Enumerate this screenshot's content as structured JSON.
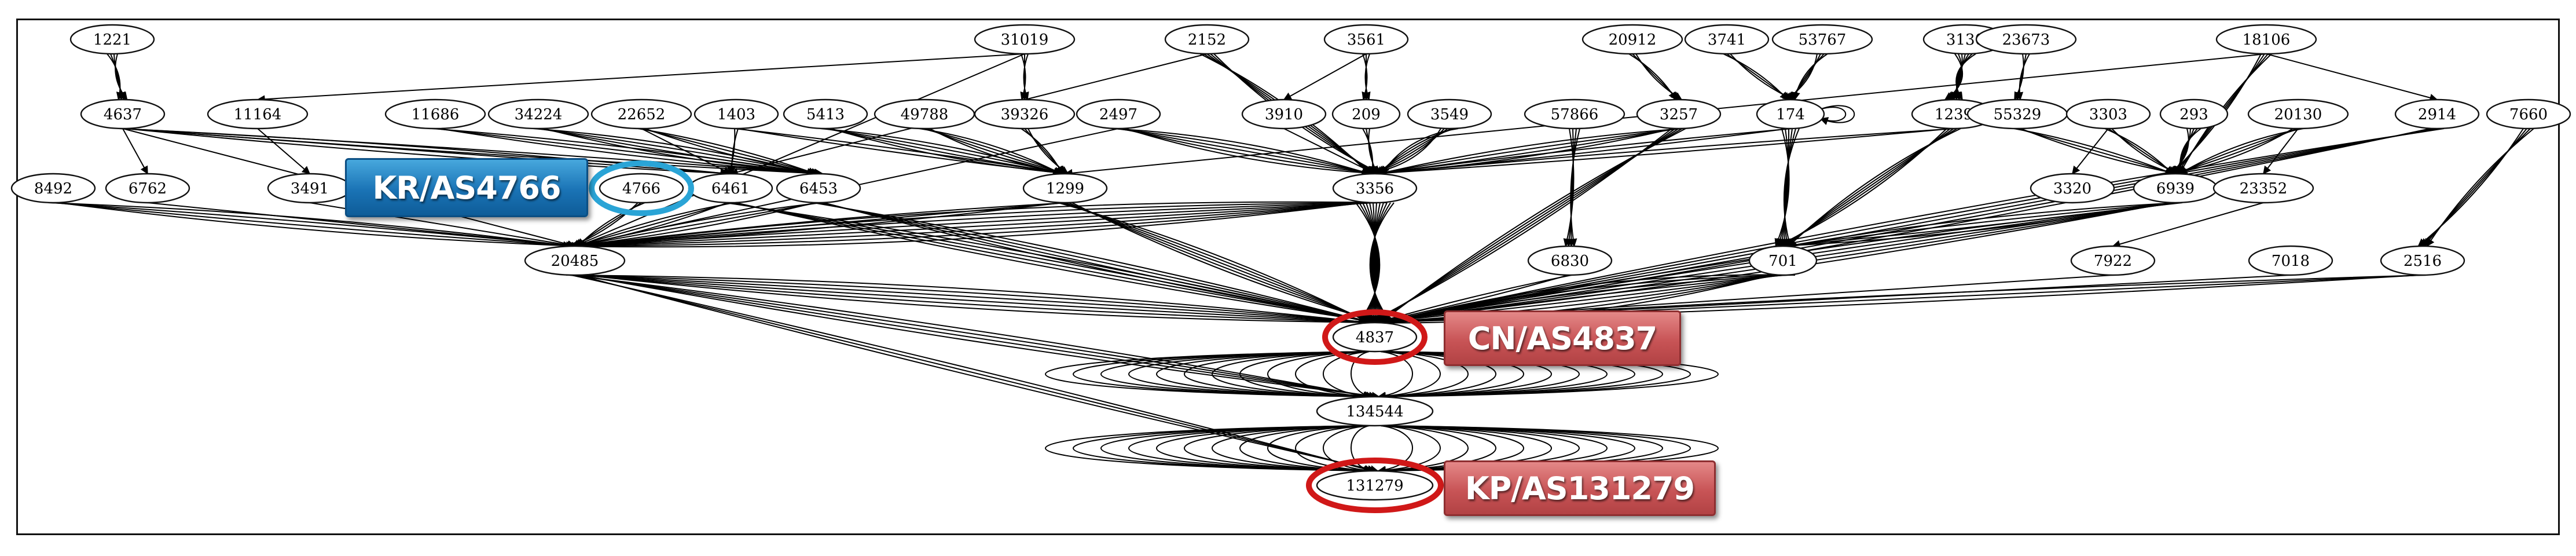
{
  "badges": {
    "kr": "KR/AS4766",
    "cn": "CN/AS4837",
    "kp": "KP/AS131279"
  },
  "colors": {
    "kr_ring": "#2aa4d6",
    "cn_ring": "#d01818",
    "kp_ring": "#d01818",
    "edge": "#000000"
  },
  "nodes": [
    {
      "id": "n1221",
      "label": "1221"
    },
    {
      "id": "n31019",
      "label": "31019"
    },
    {
      "id": "n2152",
      "label": "2152"
    },
    {
      "id": "n3561",
      "label": "3561"
    },
    {
      "id": "n20912",
      "label": "20912"
    },
    {
      "id": "n3741",
      "label": "3741"
    },
    {
      "id": "n53767",
      "label": "53767"
    },
    {
      "id": "n3130",
      "label": "3130"
    },
    {
      "id": "n23673",
      "label": "23673"
    },
    {
      "id": "n18106",
      "label": "18106"
    },
    {
      "id": "n4637",
      "label": "4637"
    },
    {
      "id": "n11164",
      "label": "11164"
    },
    {
      "id": "n11686",
      "label": "11686"
    },
    {
      "id": "n34224",
      "label": "34224"
    },
    {
      "id": "n22652",
      "label": "22652"
    },
    {
      "id": "n1403",
      "label": "1403"
    },
    {
      "id": "n5413",
      "label": "5413"
    },
    {
      "id": "n49788",
      "label": "49788"
    },
    {
      "id": "n39326",
      "label": "39326"
    },
    {
      "id": "n2497",
      "label": "2497"
    },
    {
      "id": "n3910",
      "label": "3910"
    },
    {
      "id": "n209",
      "label": "209"
    },
    {
      "id": "n3549",
      "label": "3549"
    },
    {
      "id": "n57866",
      "label": "57866"
    },
    {
      "id": "n3257",
      "label": "3257"
    },
    {
      "id": "n174",
      "label": "174"
    },
    {
      "id": "n1239",
      "label": "1239"
    },
    {
      "id": "n55329",
      "label": "55329"
    },
    {
      "id": "n3303",
      "label": "3303"
    },
    {
      "id": "n293",
      "label": "293"
    },
    {
      "id": "n20130",
      "label": "20130"
    },
    {
      "id": "n2914",
      "label": "2914"
    },
    {
      "id": "n7660",
      "label": "7660"
    },
    {
      "id": "n8492",
      "label": "8492"
    },
    {
      "id": "n6762",
      "label": "6762"
    },
    {
      "id": "n3491",
      "label": "3491"
    },
    {
      "id": "n4766",
      "label": "4766"
    },
    {
      "id": "n6461",
      "label": "6461"
    },
    {
      "id": "n6453",
      "label": "6453"
    },
    {
      "id": "n1299",
      "label": "1299"
    },
    {
      "id": "n3356",
      "label": "3356"
    },
    {
      "id": "n3320",
      "label": "3320"
    },
    {
      "id": "n6939",
      "label": "6939"
    },
    {
      "id": "n23352",
      "label": "23352"
    },
    {
      "id": "n20485",
      "label": "20485"
    },
    {
      "id": "n6830",
      "label": "6830"
    },
    {
      "id": "n701",
      "label": "701"
    },
    {
      "id": "n7922",
      "label": "7922"
    },
    {
      "id": "n7018",
      "label": "7018"
    },
    {
      "id": "n2516",
      "label": "2516"
    },
    {
      "id": "n4837",
      "label": "4837"
    },
    {
      "id": "n134544",
      "label": "134544"
    },
    {
      "id": "n131279",
      "label": "131279"
    }
  ],
  "edges": [
    [
      "n1221",
      "n4637",
      4
    ],
    [
      "n4637",
      "n6762",
      1
    ],
    [
      "n4637",
      "n20485",
      1
    ],
    [
      "n4637",
      "n6461",
      3
    ],
    [
      "n4637",
      "n6453",
      2
    ],
    [
      "n31019",
      "n39326",
      3
    ],
    [
      "n31019",
      "n11164",
      1
    ],
    [
      "n31019",
      "n20485",
      1
    ],
    [
      "n2152",
      "n3356",
      5
    ],
    [
      "n2152",
      "n6461",
      1
    ],
    [
      "n3561",
      "n3910",
      1
    ],
    [
      "n3561",
      "n209",
      3
    ],
    [
      "n20912",
      "n3257",
      3
    ],
    [
      "n3741",
      "n174",
      3
    ],
    [
      "n53767",
      "n174",
      4
    ],
    [
      "n3130",
      "n1239",
      7
    ],
    [
      "n23673",
      "n55329",
      3
    ],
    [
      "n18106",
      "n6939",
      4
    ],
    [
      "n18106",
      "n2914",
      1
    ],
    [
      "n18106",
      "n1299",
      1
    ],
    [
      "n11164",
      "n3491",
      1
    ],
    [
      "n11686",
      "n6453",
      3
    ],
    [
      "n34224",
      "n6453",
      4
    ],
    [
      "n22652",
      "n6453",
      3
    ],
    [
      "n22652",
      "n6461",
      1
    ],
    [
      "n1403",
      "n6461",
      2
    ],
    [
      "n1403",
      "n1299",
      2
    ],
    [
      "n5413",
      "n1299",
      4
    ],
    [
      "n49788",
      "n1299",
      4
    ],
    [
      "n39326",
      "n1299",
      3
    ],
    [
      "n2497",
      "n3356",
      5
    ],
    [
      "n2497",
      "n20485",
      1
    ],
    [
      "n3910",
      "n3356",
      1
    ],
    [
      "n209",
      "n3356",
      3
    ],
    [
      "n3549",
      "n3356",
      6
    ],
    [
      "n57866",
      "n6830",
      4
    ],
    [
      "n3257",
      "n3356",
      4
    ],
    [
      "n3257",
      "n4837",
      5
    ],
    [
      "n174",
      "n701",
      6
    ],
    [
      "n174",
      "n3356",
      2
    ],
    [
      "n174",
      "n174",
      2
    ],
    [
      "n1239",
      "n701",
      5
    ],
    [
      "n1239",
      "n3356",
      2
    ],
    [
      "n55329",
      "n6939",
      3
    ],
    [
      "n3303",
      "n6939",
      3
    ],
    [
      "n3303",
      "n3320",
      1
    ],
    [
      "n293",
      "n6939",
      5
    ],
    [
      "n20130",
      "n6939",
      4
    ],
    [
      "n20130",
      "n23352",
      1
    ],
    [
      "n2914",
      "n4837",
      5
    ],
    [
      "n7660",
      "n2516",
      4
    ],
    [
      "n8492",
      "n20485",
      4
    ],
    [
      "n6762",
      "n20485",
      1
    ],
    [
      "n3491",
      "n20485",
      1
    ],
    [
      "n4766",
      "n20485",
      3
    ],
    [
      "n6461",
      "n20485",
      3
    ],
    [
      "n6461",
      "n4837",
      4
    ],
    [
      "n6453",
      "n20485",
      3
    ],
    [
      "n6453",
      "n4837",
      4
    ],
    [
      "n1299",
      "n20485",
      3
    ],
    [
      "n1299",
      "n4837",
      5
    ],
    [
      "n3356",
      "n20485",
      8
    ],
    [
      "n3356",
      "n4837",
      12
    ],
    [
      "n6939",
      "n701",
      4
    ],
    [
      "n6939",
      "n4837",
      5
    ],
    [
      "n23352",
      "n7922",
      1
    ],
    [
      "n6830",
      "n4837",
      2
    ],
    [
      "n701",
      "n4837",
      8
    ],
    [
      "n7922",
      "n4837",
      1
    ],
    [
      "n7018",
      "n4837",
      1
    ],
    [
      "n2516",
      "n4837",
      3
    ],
    [
      "n20485",
      "n4837",
      6
    ],
    [
      "n20485",
      "n134544",
      4
    ],
    [
      "n20485",
      "n131279",
      3
    ],
    [
      "n4837",
      "n134544",
      24
    ],
    [
      "n134544",
      "n131279",
      24
    ]
  ]
}
